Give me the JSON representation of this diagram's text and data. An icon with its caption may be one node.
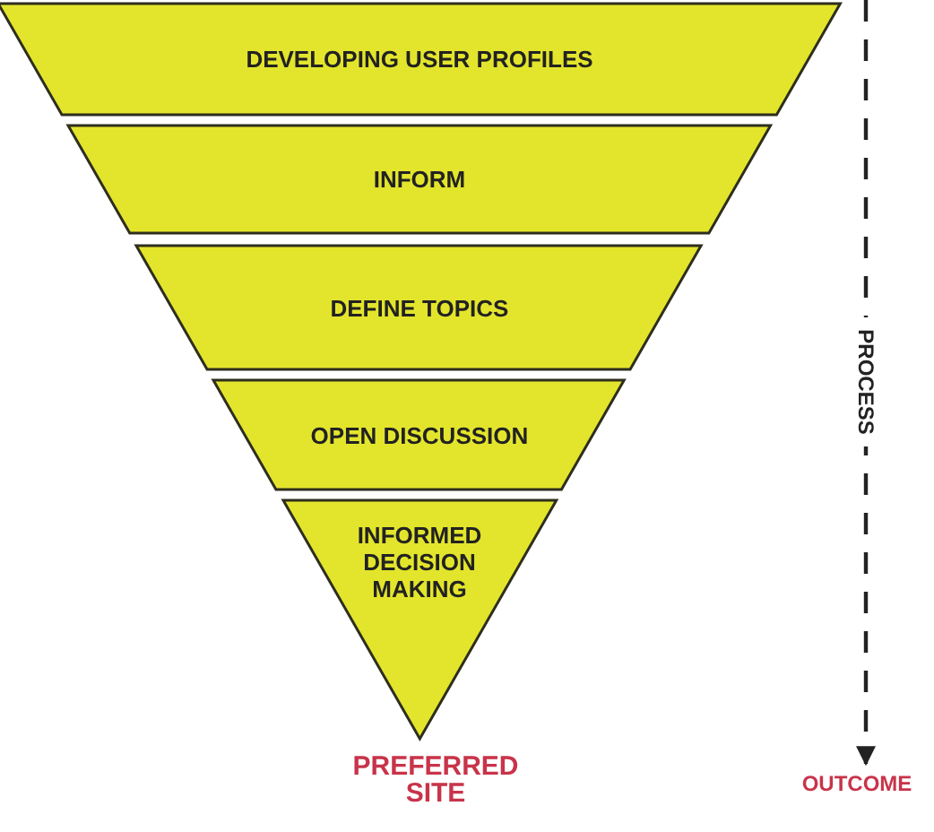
{
  "diagram": {
    "nodes": [
      {
        "text": [
          "DEVELOPING USER PROFILES"
        ]
      },
      {
        "text": [
          "INFORM"
        ]
      },
      {
        "text": [
          "DEFINE TOPICS"
        ]
      },
      {
        "text": [
          "OPEN DISCUSSION"
        ]
      },
      {
        "text": [
          "INFORMED DECISION MAKING"
        ]
      },
      {
        "text": [
          "OUTCOME"
        ]
      }
    ],
    "edges": [
      {
        "from": null,
        "to": 5,
        "arrow": "to",
        "style": "dashed",
        "label": "PROCESS"
      }
    ],
    "labels": [
      "PREFERRED SITE"
    ]
  }
}
